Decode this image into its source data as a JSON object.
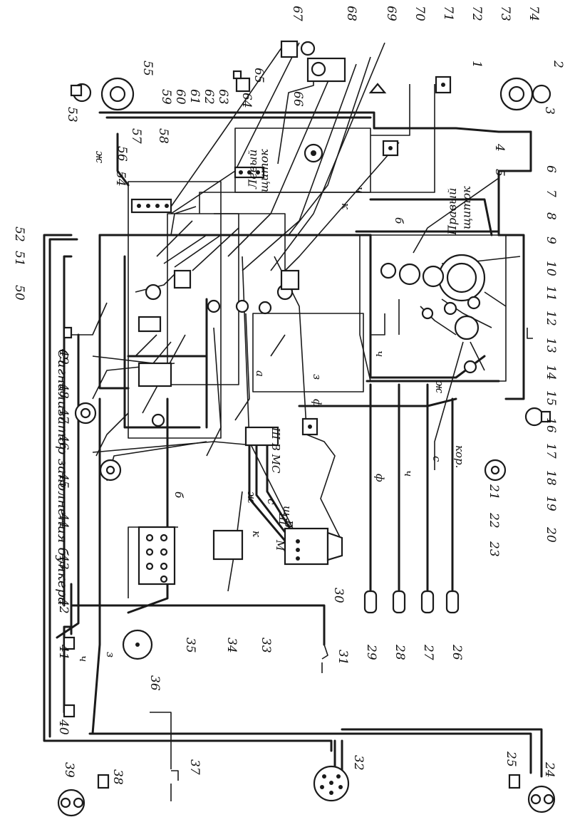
{
  "titles": {
    "left_panel_line1": "Левый",
    "left_panel_line2": "щиток",
    "right_panel_line1": "Правый",
    "right_panel_line2": "щиток",
    "signalizer": "Сигнализатор заполнения бункера"
  },
  "numbers": {
    "n1": "1",
    "n2": "2",
    "n3": "3",
    "n4": "4",
    "n5": "5",
    "n6": "6",
    "n7": "7",
    "n8": "8",
    "n9": "9",
    "n10": "10",
    "n11": "11",
    "n12": "12",
    "n13": "13",
    "n14": "14",
    "n15": "15",
    "n16": "16",
    "n17": "17",
    "n18": "18",
    "n19": "19",
    "n20": "20",
    "n21": "21",
    "n22": "22",
    "n23": "23",
    "n24": "24",
    "n25": "25",
    "n26": "26",
    "n27": "27",
    "n28": "28",
    "n29": "29",
    "n30": "30",
    "n31": "31",
    "n32": "32",
    "n33": "33",
    "n34": "34",
    "n35": "35",
    "n36": "36",
    "n37": "37",
    "n38": "38",
    "n39": "39",
    "n40": "40",
    "n41": "41",
    "n42": "42",
    "n43": "43",
    "n44": "44",
    "n45": "45",
    "n46": "46",
    "n47": "47",
    "n48": "48",
    "n49": "49",
    "n50": "50",
    "n51": "51",
    "n52": "52",
    "n53": "53",
    "n54": "54",
    "n55": "55",
    "n56": "56",
    "n57": "57",
    "n58": "58",
    "n59": "59",
    "n60": "60",
    "n61": "61",
    "n62": "62",
    "n63": "63",
    "n64": "64",
    "n65": "65",
    "n66": "66",
    "n67": "67",
    "n68": "68",
    "n69": "69",
    "n70": "70",
    "n71": "71",
    "n72": "72",
    "n73": "73",
    "n74": "74"
  },
  "wire_labels": {
    "zh_top": "ж",
    "k_left": "к",
    "ch_left": "ч",
    "b_top": "б",
    "ch_mid": "ч",
    "zh_right": "ж",
    "f_low": "ф",
    "ch_low": "ч",
    "s_low": "с",
    "kor": "кор.",
    "b_mid": "б",
    "z_low": "з",
    "ch_bottom": "ч",
    "z_mid": "з",
    "f_mid": "ф",
    "a_mid": "а",
    "zh_reg": "ж",
    "s_reg": "с",
    "sh_reg": "ш",
    "k_relay": "к",
    "m_gen": "М",
    "v_gen": "В",
    "sh_gen": "Ш",
    "reg_terms": "Ш В МС"
  },
  "colors": {
    "ink": "#1a1a1a",
    "paper": "#ffffff"
  }
}
